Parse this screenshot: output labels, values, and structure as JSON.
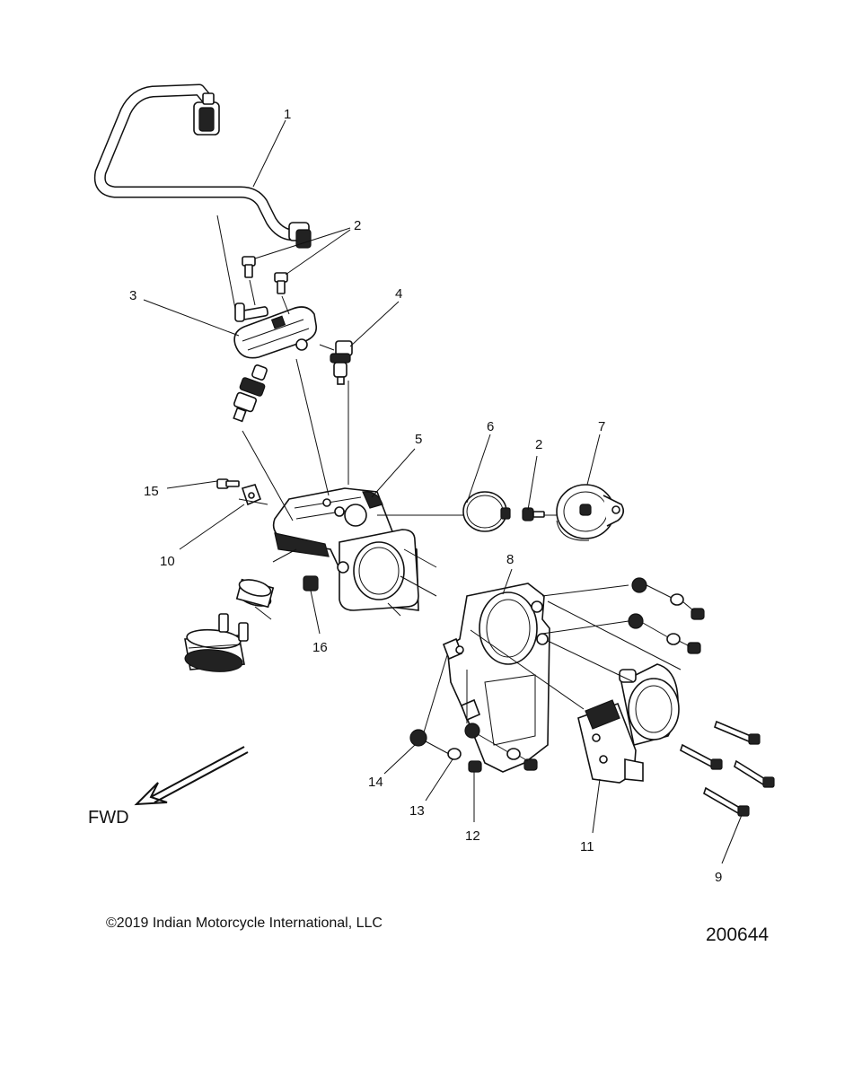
{
  "callouts": {
    "c1": "1",
    "c2a": "2",
    "c2b": "2",
    "c3": "3",
    "c4": "4",
    "c5": "5",
    "c6": "6",
    "c7": "7",
    "c8": "8",
    "c9": "9",
    "c10": "10",
    "c11": "11",
    "c12": "12",
    "c13": "13",
    "c14": "14",
    "c15": "15",
    "c16": "16"
  },
  "direction_label": "FWD",
  "copyright_symbol": "©",
  "copyright_text": "2019 Indian Motorcycle International, LLC",
  "drawing_number": "200644"
}
